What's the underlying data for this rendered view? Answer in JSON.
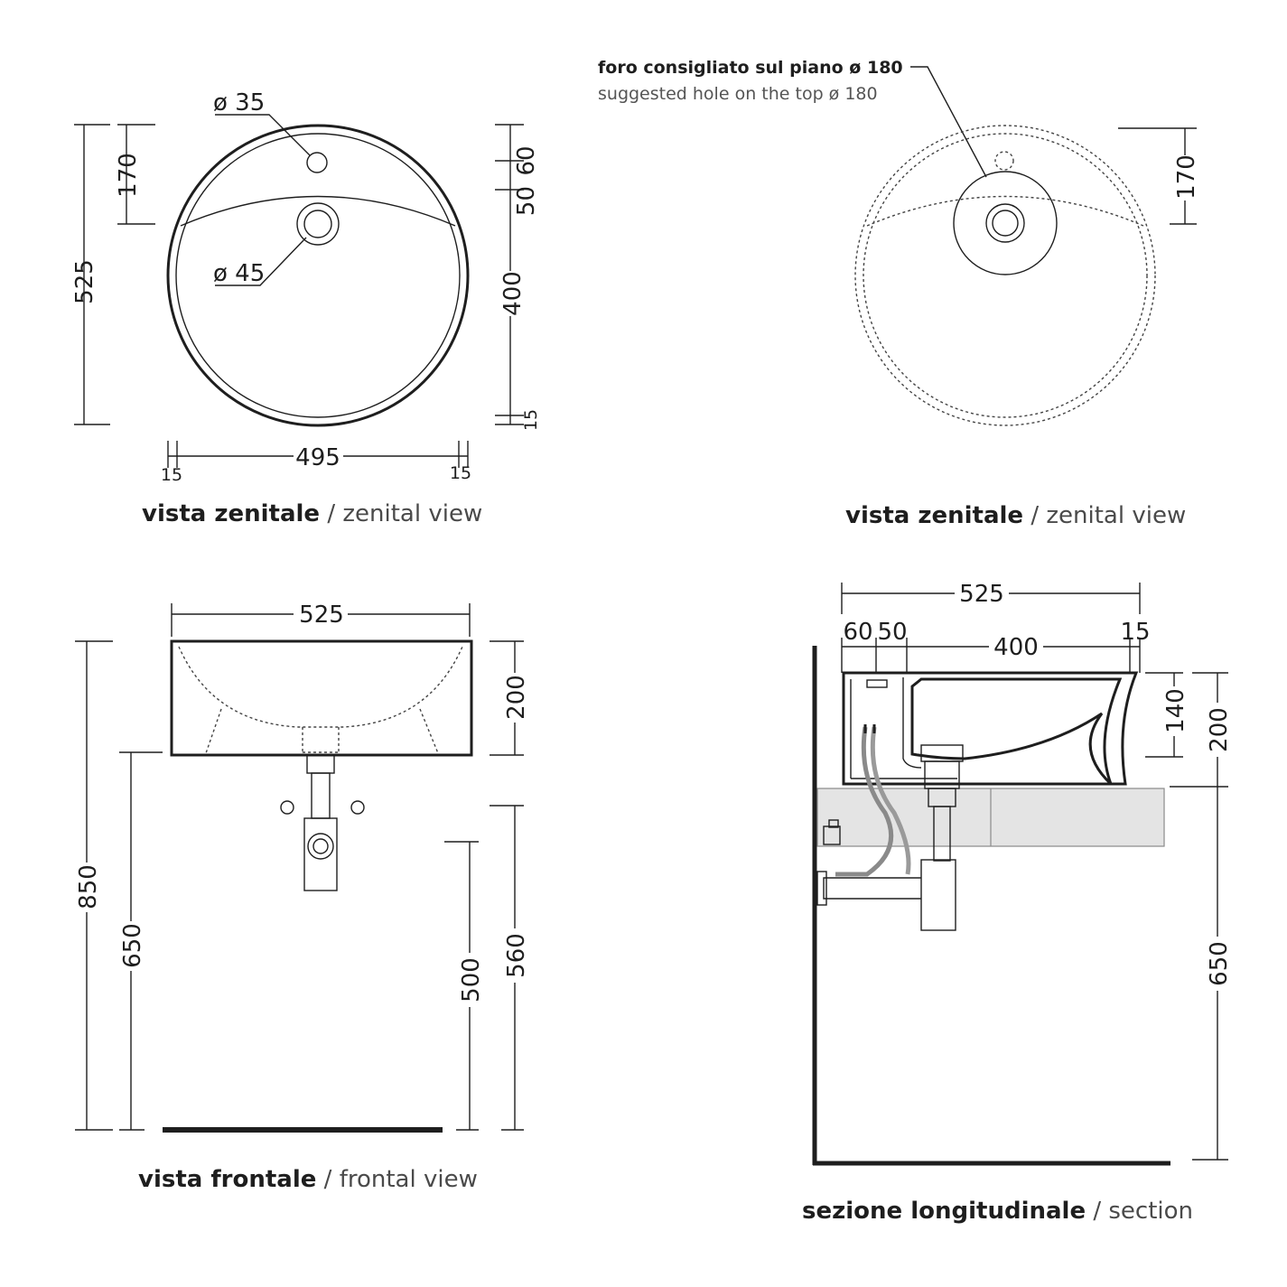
{
  "views": {
    "top_left": {
      "caption_bold": "vista zenitale",
      "caption_sep": " / ",
      "caption_light": "zenital view",
      "dims": {
        "d35": "ø 35",
        "d45": "ø 45",
        "h170": "170",
        "h525": "525",
        "r50": "50",
        "r60": "60",
        "r400": "400",
        "r15": "15",
        "w495": "495",
        "w15l": "15",
        "w15r": "15"
      }
    },
    "top_right": {
      "caption_bold": "vista zenitale",
      "caption_sep": " / ",
      "caption_light": "zenital view",
      "note_it": "foro consigliato sul piano ø 180",
      "note_en": "suggested hole on the top ø 180",
      "dims": {
        "h170": "170"
      }
    },
    "bottom_left": {
      "caption_bold": "vista frontale",
      "caption_sep": " / ",
      "caption_light": "frontal view",
      "dims": {
        "w525": "525",
        "h200": "200",
        "h850": "850",
        "h650": "650",
        "h500": "500",
        "h560": "560"
      }
    },
    "bottom_right": {
      "caption_bold": "sezione longitudinale",
      "caption_sep": " / ",
      "caption_light": "section",
      "dims": {
        "w525": "525",
        "w60": "60",
        "w50": "50",
        "w400": "400",
        "w15": "15",
        "h140": "140",
        "h200": "200",
        "h650": "650"
      }
    }
  },
  "colors": {
    "ink": "#1e1e1e",
    "muted": "#4a4a4a",
    "counter": "#e4e4e4"
  }
}
